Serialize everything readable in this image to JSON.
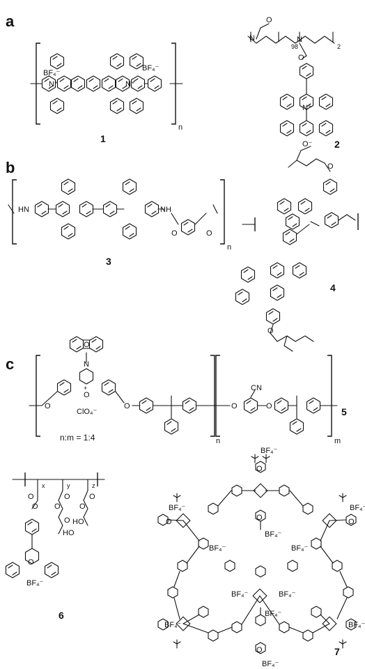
{
  "panels": {
    "a": "a",
    "b": "b",
    "c": "c"
  },
  "compounds": {
    "c1": "1",
    "c2": "2",
    "c3": "3",
    "c4": "4",
    "c5": "5",
    "c6": "6",
    "c7": "7"
  },
  "subscripts": {
    "n": "n",
    "m": "m",
    "x": "x",
    "y": "y",
    "z": "z",
    "s98": "98",
    "s2": "2"
  },
  "atoms": {
    "bf4": "BF₄⁻",
    "n_plus": "N⁺",
    "n": "N",
    "o": "O",
    "o_minus": "O⁻",
    "hn": "HN",
    "nh": "NH",
    "cn": "CN",
    "clo4": "ClO₄⁻",
    "ho": "HO",
    "plus": "+"
  },
  "ratio_text": "n:m = 1:4"
}
